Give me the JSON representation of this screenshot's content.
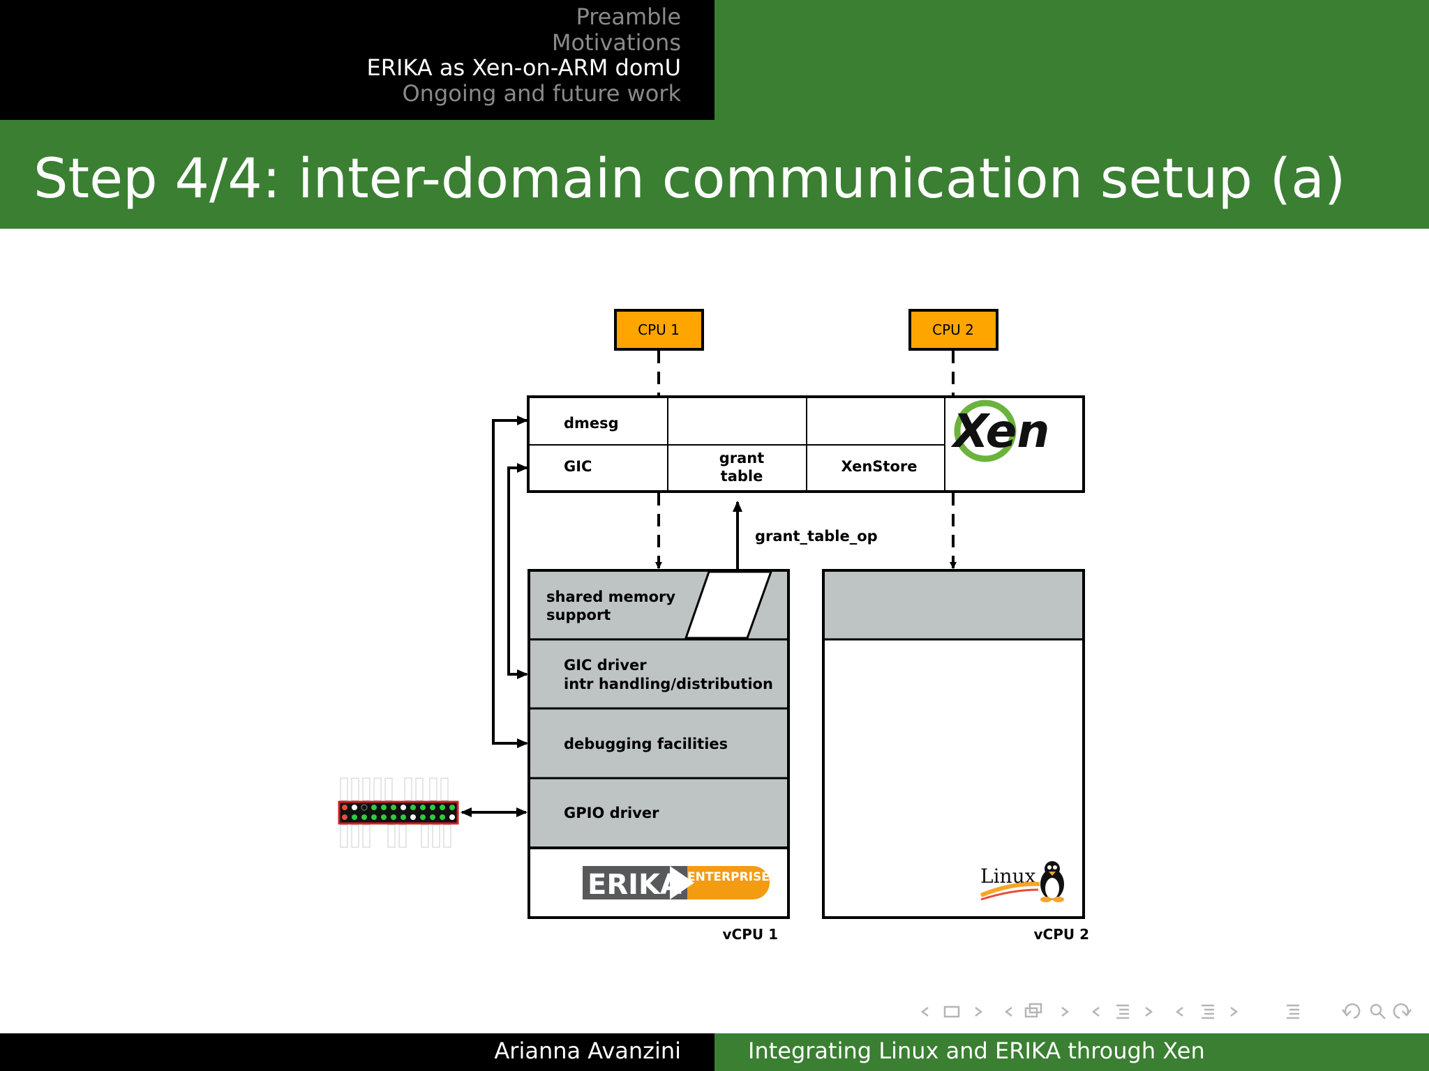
{
  "header": {
    "sections": [
      {
        "label": "Preamble",
        "active": false
      },
      {
        "label": "Motivations",
        "active": false
      },
      {
        "label": "ERIKA as Xen-on-ARM domU",
        "active": true
      },
      {
        "label": "Ongoing and future work",
        "active": false
      }
    ]
  },
  "slide": {
    "title": "Step 4/4: inter-domain communication setup (a)"
  },
  "diagram": {
    "cpu1": "CPU 1",
    "cpu2": "CPU 2",
    "xen_rows": {
      "dmesg": "dmesg",
      "gic": "GIC",
      "grant_table_line1": "grant",
      "grant_table_line2": "table",
      "xenstore": "XenStore"
    },
    "xen_logo": "Xen",
    "grant_table_op": "grant_table_op",
    "erika_layers": {
      "shared_memory_line1": "shared memory",
      "shared_memory_line2": "support",
      "gic_driver_line1": "GIC driver",
      "gic_driver_line2": "intr handling/distribution",
      "debugging": "debugging facilities",
      "gpio": "GPIO driver"
    },
    "erika_logo_main": "ERIKA",
    "erika_logo_sub": "ENTERPRISE",
    "linux_logo": "Linux",
    "vcpu1": "vCPU 1",
    "vcpu2": "vCPU 2",
    "colors": {
      "cpu_box": "#ffa500",
      "layer_gray": "#bec3c4",
      "xen_green": "#6cb33e",
      "erika_orange": "#f39c12",
      "erika_dark": "#58595b",
      "header_green": "#3a7f32"
    }
  },
  "nav": {
    "icons": [
      "nav-prev-frame-icon",
      "frame-icon",
      "nav-next-frame-icon",
      "nav-prev-subsection-icon",
      "subsection-icon",
      "nav-next-subsection-icon",
      "nav-prev-section-icon",
      "section-icon",
      "nav-next-section-icon",
      "nav-prev-section2-icon",
      "section2-icon",
      "nav-next-section2-icon",
      "toc-icon",
      "undo-icon",
      "search-icon",
      "redo-icon"
    ]
  },
  "footer": {
    "author": "Arianna Avanzini",
    "talk_title": "Integrating Linux and ERIKA through Xen"
  }
}
